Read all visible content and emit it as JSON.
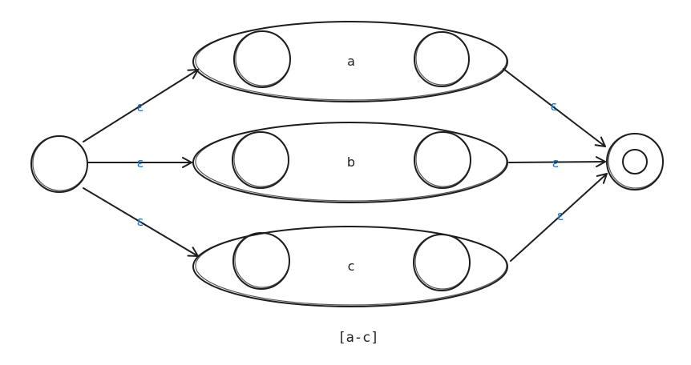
{
  "diagram": {
    "epsilon_symbol": "ε",
    "branches": [
      {
        "symbol": "a"
      },
      {
        "symbol": "b"
      },
      {
        "symbol": "c"
      }
    ],
    "caption": "[a-c]",
    "colors": {
      "ink": "#1e1e1e",
      "epsilon": "#1971c2",
      "background": "#ffffff"
    }
  }
}
